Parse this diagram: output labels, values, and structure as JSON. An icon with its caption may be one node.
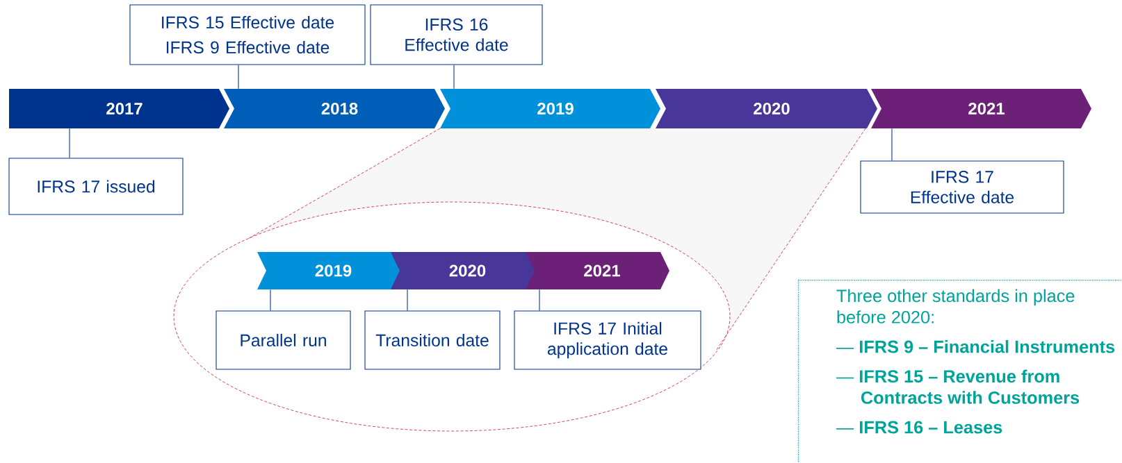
{
  "diagram": {
    "nodes": [
      {
        "text": [
          "2017"
        ]
      },
      {
        "text": [
          "2018"
        ]
      },
      {
        "text": [
          "2019"
        ]
      },
      {
        "text": [
          "2020"
        ]
      },
      {
        "text": [
          "2021"
        ]
      },
      {
        "text": [
          "IFRS 15 Effective date",
          "IFRS 9 Effective date"
        ]
      },
      {
        "text": [
          "IFRS 16 Effective date"
        ]
      },
      {
        "text": [
          "IFRS 17 issued"
        ]
      },
      {
        "text": [
          "IFRS 17 Effective date"
        ]
      },
      {
        "text": [
          "2019"
        ]
      },
      {
        "text": [
          "2020"
        ]
      },
      {
        "text": [
          "2021"
        ]
      },
      {
        "text": [
          "Parallel run"
        ]
      },
      {
        "text": [
          "Transition date"
        ]
      },
      {
        "text": [
          "IFRS 17 Initial application date"
        ]
      },
      {
        "text": [
          "Three other standards in place before 2020:",
          "— **IFRS 9 – Financial Instruments**",
          "— **IFRS 15 – Revenue from Contracts with Customers**",
          "— **IFRS 16 – Leases**"
        ]
      }
    ],
    "edges": [
      {
        "from": 5,
        "to": 1,
        "arrow": "none"
      },
      {
        "from": 6,
        "to": 2,
        "arrow": "none"
      },
      {
        "from": 7,
        "to": 0,
        "arrow": "none"
      },
      {
        "from": 8,
        "to": 4,
        "arrow": "none"
      },
      {
        "from": 12,
        "to": 9,
        "arrow": "none"
      },
      {
        "from": 13,
        "to": 10,
        "arrow": "none"
      },
      {
        "from": 14,
        "to": 11,
        "arrow": "none"
      }
    ]
  }
}
